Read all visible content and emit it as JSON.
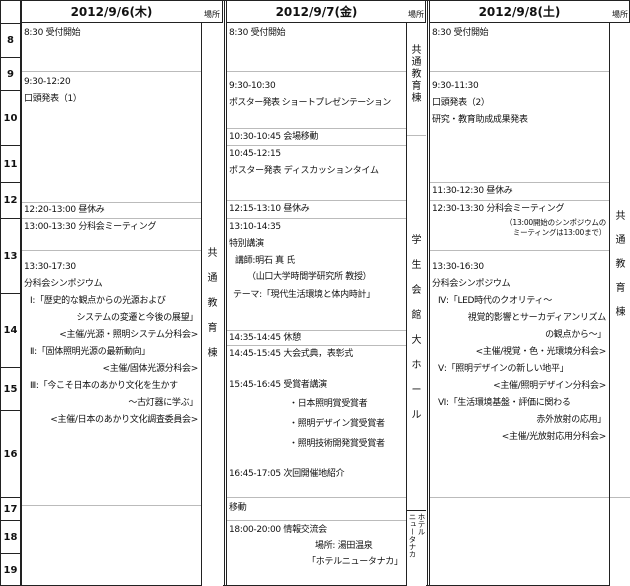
{
  "hours": [
    "8",
    "9",
    "10",
    "11",
    "12",
    "13",
    "14",
    "15",
    "16",
    "17",
    "18",
    "19"
  ],
  "place_label": "場所",
  "days": [
    {
      "date": "2012/9/6(木)",
      "blocks": [
        {
          "lines": [
            "8:30 受付開始"
          ]
        },
        {
          "lines": [
            "9:30-12:20",
            "口頭発表（1）"
          ]
        },
        {
          "lines": [
            "12:20-13:00 昼休み"
          ]
        },
        {
          "lines": [
            "13:00-13:30 分科会ミーティング"
          ]
        },
        {
          "lines": [
            "13:30-17:30",
            "分科会シンポジウム",
            "Ⅰ:「歴史的な観点からの光源および",
            "システムの変遷と今後の展望」",
            "<主催/光源・照明システム分科会>",
            "Ⅱ:「固体照明光源の最新動向」",
            "<主催/固体光源分科会>",
            "Ⅲ:「今こそ日本のあかり文化を生かす",
            "～古灯器に学ぶ」",
            "<主催/日本のあかり文化調査委員会>"
          ]
        }
      ],
      "places": [
        [
          "共",
          "通",
          "教",
          "育",
          "棟"
        ]
      ]
    },
    {
      "date": "2012/9/7(金)",
      "blocks": [
        {
          "lines": [
            "8:30 受付開始"
          ]
        },
        {
          "lines": [
            "9:30-10:30",
            "ポスター発表 ショートプレゼンテーション"
          ]
        },
        {
          "lines": [
            "10:30-10:45 会場移動"
          ]
        },
        {
          "lines": [
            "10:45-12:15",
            "ポスター発表 ディスカッションタイム"
          ]
        },
        {
          "lines": [
            "12:15-13:10 昼休み"
          ]
        },
        {
          "lines": [
            "13:10-14:35",
            "特別講演",
            "講師:明石 真 氏",
            "（山口大学時間学研究所 教授）",
            "テーマ:「現代生活環境と体内時計」"
          ]
        },
        {
          "lines": [
            "14:35-14:45 休憩"
          ]
        },
        {
          "lines": [
            "14:45-15:45 大会式典，表彰式",
            "15:45-16:45 受賞者講演",
            "・日本照明賞受賞者",
            "・照明デザイン賞受賞者",
            "・照明技術開発賞受賞者",
            "16:45-17:05 次回開催地紹介"
          ]
        },
        {
          "lines": [
            "移動"
          ]
        },
        {
          "lines": [
            "18:00-20:00 情報交流会",
            "場所: 湯田温泉",
            "「ホテルニュータナカ」"
          ]
        }
      ],
      "places": [
        [
          "共",
          "通",
          "教",
          "育",
          "棟"
        ],
        [
          "学",
          "生",
          "会",
          "館",
          "大",
          "ホ",
          "ー",
          "ル"
        ],
        [
          "ホテル",
          "ニュータナカ"
        ]
      ]
    },
    {
      "date": "2012/9/8(土)",
      "blocks": [
        {
          "lines": [
            "8:30 受付開始"
          ]
        },
        {
          "lines": [
            "9:30-11:30",
            "口頭発表（2）",
            "研究・教育助成成果発表"
          ]
        },
        {
          "lines": [
            "11:30-12:30 昼休み"
          ]
        },
        {
          "lines": [
            "12:30-13:30 分科会ミーティング",
            "（13:00開始のシンポジウムの",
            "ミーティングは13:00まで）"
          ]
        },
        {
          "lines": [
            "13:30-16:30",
            "分科会シンポジウム",
            "Ⅳ:「LED時代のクオリティ～",
            "視覚的影響とサーカディアンリズム",
            "の観点から～」",
            "<主催/視覚・色・光環境分科会>",
            "Ⅴ:「照明デザインの新しい地平」",
            "<主催/照明デザイン分科会>",
            "Ⅵ:「生活環境基盤・評価に関わる",
            "赤外放射の応用」",
            "<主催/光放射応用分科会>"
          ]
        }
      ],
      "places": [
        [
          "共",
          "通",
          "教",
          "育",
          "棟"
        ]
      ]
    }
  ]
}
